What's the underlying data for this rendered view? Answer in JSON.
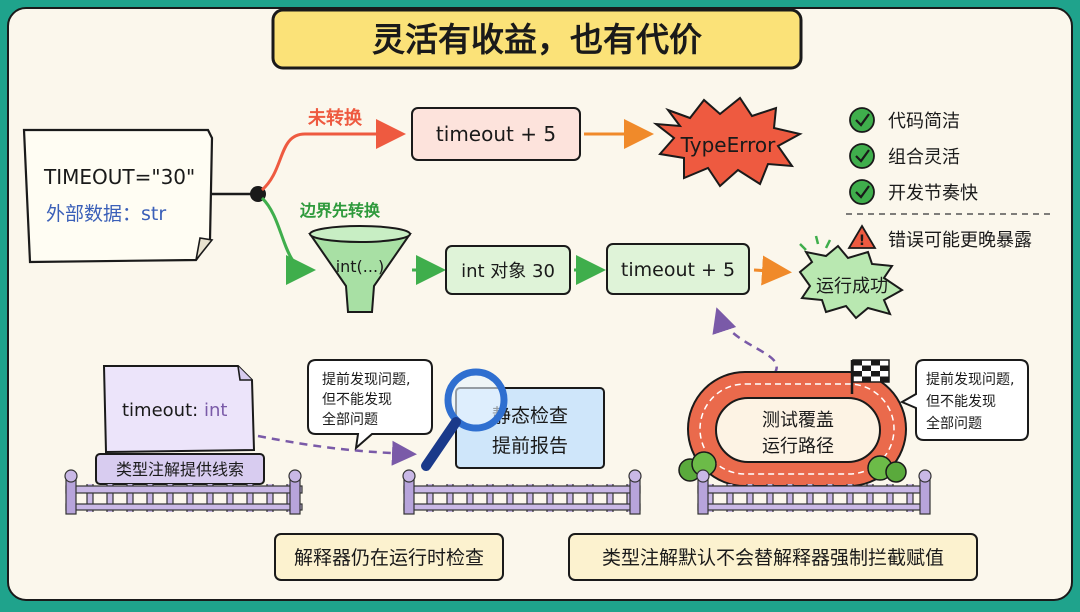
{
  "title": "灵活有收益，也有代价",
  "source": {
    "line1": "TIMEOUT=\"30\"",
    "line2": "外部数据：str"
  },
  "top_branch": {
    "label": "未转换",
    "expr": "timeout + 5",
    "result": "TypeError"
  },
  "bottom_branch": {
    "label": "边界先转换",
    "funnel": "int(...)",
    "object": "int 对象 30",
    "expr": "timeout + 5",
    "result": "运行成功"
  },
  "checklist": {
    "pros": [
      "代码简洁",
      "组合灵活",
      "开发节奏快"
    ],
    "con": "错误可能更晚暴露"
  },
  "annotation": {
    "code": "timeout: ",
    "type": "int",
    "sign": "类型注解提供线索"
  },
  "static_check": {
    "bubble": [
      "提前发现问题,",
      "但不能发现",
      "全部问题"
    ],
    "board": [
      "静态检查",
      "提前报告"
    ]
  },
  "tests": {
    "track": [
      "测试覆盖",
      "运行路径"
    ],
    "bubble": [
      "提前发现问题,",
      "但不能发现",
      "全部问题"
    ]
  },
  "footer": {
    "left": "解释器仍在运行时检查",
    "right": "类型注解默认不会替解释器强制拦截赋值"
  },
  "colors": {
    "frame": "#1fa38c",
    "paper": "#fbf7ec",
    "title_bg": "#fbe278",
    "red": "#ee5a40",
    "green": "#3fae4c",
    "orange": "#f08a2a",
    "purple": "#7a5aa8"
  }
}
